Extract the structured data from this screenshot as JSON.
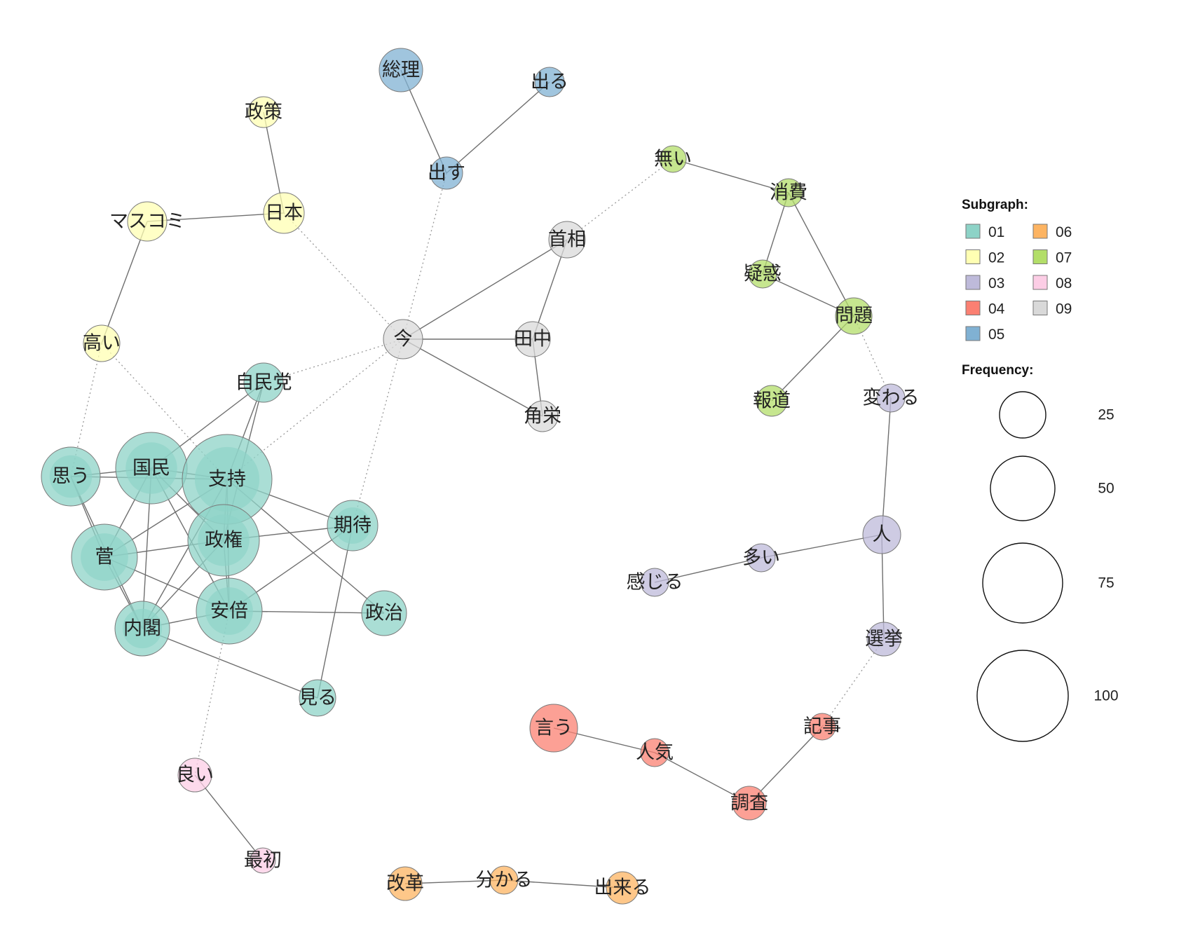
{
  "legend": {
    "subgraph_title": "Subgraph:",
    "subgraphs": [
      {
        "id": "01",
        "color": "#8dd3c7"
      },
      {
        "id": "02",
        "color": "#ffffb3"
      },
      {
        "id": "03",
        "color": "#bebada"
      },
      {
        "id": "04",
        "color": "#fb8072"
      },
      {
        "id": "05",
        "color": "#80b1d3"
      },
      {
        "id": "06",
        "color": "#fdb462"
      },
      {
        "id": "07",
        "color": "#b3de69"
      },
      {
        "id": "08",
        "color": "#fccde5"
      },
      {
        "id": "09",
        "color": "#d9d9d9"
      }
    ],
    "frequency_title": "Frequency:",
    "frequencies": [
      "25",
      "50",
      "75",
      "100"
    ]
  },
  "nodes": [
    {
      "id": "sori",
      "label": "総理",
      "group": "05"
    },
    {
      "id": "deru",
      "label": "出る",
      "group": "05"
    },
    {
      "id": "dasu",
      "label": "出す",
      "group": "05"
    },
    {
      "id": "seisaku",
      "label": "政策",
      "group": "02"
    },
    {
      "id": "nihon",
      "label": "日本",
      "group": "02"
    },
    {
      "id": "masukomi",
      "label": "マスコミ",
      "group": "02"
    },
    {
      "id": "takai",
      "label": "高い",
      "group": "02"
    },
    {
      "id": "nai",
      "label": "無い",
      "group": "07"
    },
    {
      "id": "shohi",
      "label": "消費",
      "group": "07"
    },
    {
      "id": "giwaku",
      "label": "疑惑",
      "group": "07"
    },
    {
      "id": "mondai",
      "label": "問題",
      "group": "07"
    },
    {
      "id": "hodo",
      "label": "報道",
      "group": "07"
    },
    {
      "id": "shusho",
      "label": "首相",
      "group": "09"
    },
    {
      "id": "ima",
      "label": "今",
      "group": "09"
    },
    {
      "id": "tanaka",
      "label": "田中",
      "group": "09"
    },
    {
      "id": "kakuei",
      "label": "角栄",
      "group": "09"
    },
    {
      "id": "jiminto",
      "label": "自民党",
      "group": "01"
    },
    {
      "id": "omou",
      "label": "思う",
      "group": "01"
    },
    {
      "id": "kokumin",
      "label": "国民",
      "group": "01"
    },
    {
      "id": "shiji",
      "label": "支持",
      "group": "01"
    },
    {
      "id": "suga",
      "label": "菅",
      "group": "01"
    },
    {
      "id": "seiken",
      "label": "政権",
      "group": "01"
    },
    {
      "id": "kitai",
      "label": "期待",
      "group": "01"
    },
    {
      "id": "naikaku",
      "label": "内閣",
      "group": "01"
    },
    {
      "id": "abe",
      "label": "安倍",
      "group": "01"
    },
    {
      "id": "seiji",
      "label": "政治",
      "group": "01"
    },
    {
      "id": "miru",
      "label": "見る",
      "group": "01"
    },
    {
      "id": "kawaru",
      "label": "変わる",
      "group": "03"
    },
    {
      "id": "hito",
      "label": "人",
      "group": "03"
    },
    {
      "id": "oi",
      "label": "多い",
      "group": "03"
    },
    {
      "id": "kanjiru",
      "label": "感じる",
      "group": "03"
    },
    {
      "id": "senkyo",
      "label": "選挙",
      "group": "03"
    },
    {
      "id": "iu",
      "label": "言う",
      "group": "04"
    },
    {
      "id": "ninki",
      "label": "人気",
      "group": "04"
    },
    {
      "id": "kiji",
      "label": "記事",
      "group": "04"
    },
    {
      "id": "chosa",
      "label": "調査",
      "group": "04"
    },
    {
      "id": "yoi",
      "label": "良い",
      "group": "08"
    },
    {
      "id": "saisho",
      "label": "最初",
      "group": "08"
    },
    {
      "id": "kaikaku",
      "label": "改革",
      "group": "06"
    },
    {
      "id": "wakaru",
      "label": "分かる",
      "group": "06"
    },
    {
      "id": "dekiru",
      "label": "出来る",
      "group": "06"
    }
  ]
}
